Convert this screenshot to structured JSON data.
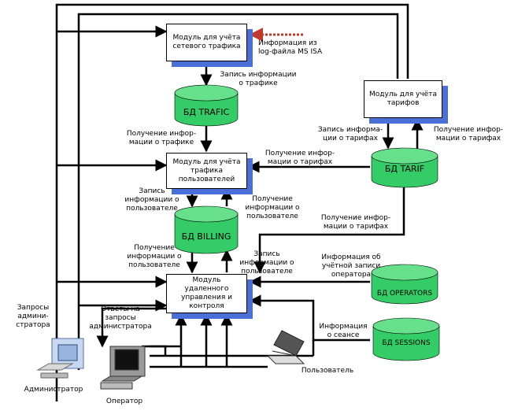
{
  "modules": {
    "traffic": "Модуль для учёта\nсетевого трафика",
    "tariffs": "Модуль для учёта\nтарифов",
    "user_traffic": "Модуль для учёта\nтрафика\nпользователей",
    "remote": "Модуль\nудаленного\nуправления и\nконтроля"
  },
  "databases": {
    "trafic": "БД TRAFIC",
    "tarif": "БД TARIF",
    "billing": "БД BILLING",
    "operators": "БД OPERATORS",
    "sessions": "БД SESSIONS"
  },
  "labels": {
    "isa_info": "Информация из\nlog-файла MS ISA",
    "write_traffic": "Запись информации\nо трафике",
    "get_traffic": "Получение инфор-\nмации о трафике",
    "write_tariffs": "Запись информа-\nции о тарифах",
    "get_tariffs_right": "Получение инфор-\nмации о тарифах",
    "get_tariffs_mid": "Получение инфор-\nмации о тарифах",
    "write_user": "Запись\nинформации о\nпользователе",
    "get_user_right": "Получение\nинформации о\nпользователе",
    "get_tariffs_lower": "Получение инфор-\nмации о тарифах",
    "get_user_left": "Получение\nинформации о\nпользователе",
    "write_user_lower": "Запись\nинформации о\nпользователе",
    "operator_account": "Информация об\nучётной записи\nоператора",
    "session_info": "Информация\nо сеансе",
    "admin_requests": "Запросы\nадмини-\nстратора",
    "admin_answers": "Ответы на\nзапросы\nадминистратора"
  },
  "actors": {
    "admin": "Администратор",
    "operator": "Оператор",
    "user": "Пользователь"
  },
  "colors": {
    "db_fill": "#33cc66",
    "db_top": "#66e08a",
    "shadow": "#4a6fd8",
    "dashed_arrow": "#c0392b"
  }
}
